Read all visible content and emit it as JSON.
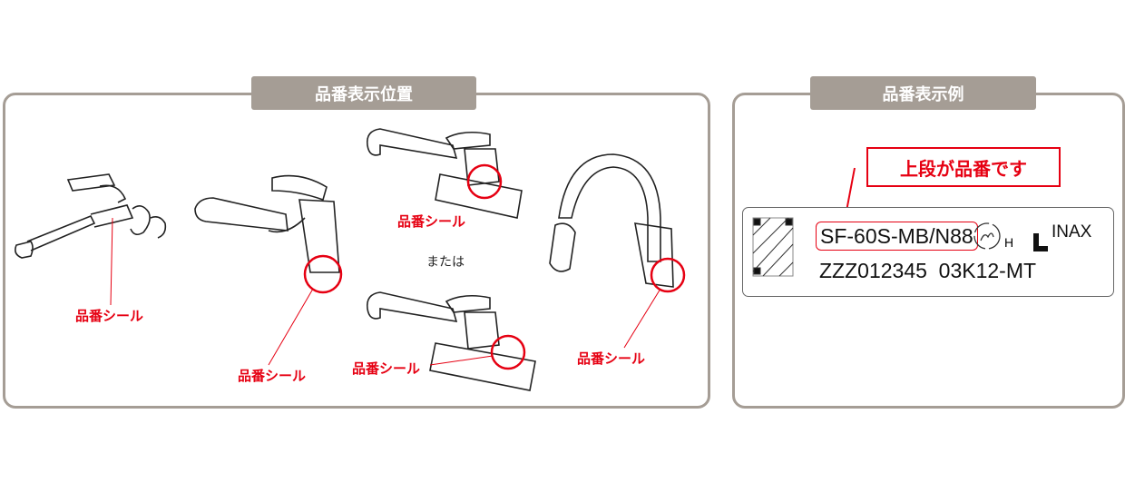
{
  "left_panel": {
    "title": "品番表示位置",
    "seal_labels": [
      "品番シール",
      "品番シール",
      "品番シール",
      "品番シール",
      "品番シール"
    ],
    "or_text": "または"
  },
  "right_panel": {
    "title": "品番表示例",
    "callout": "上段が品番です",
    "plate": {
      "product_code": "SF-60S-MB/N88",
      "lot_code": "ZZZ012345  03K12-MT",
      "mark_suffix": "H",
      "brand": "INAX"
    }
  },
  "colors": {
    "accent": "#e60012",
    "frame": "#a59d95"
  }
}
